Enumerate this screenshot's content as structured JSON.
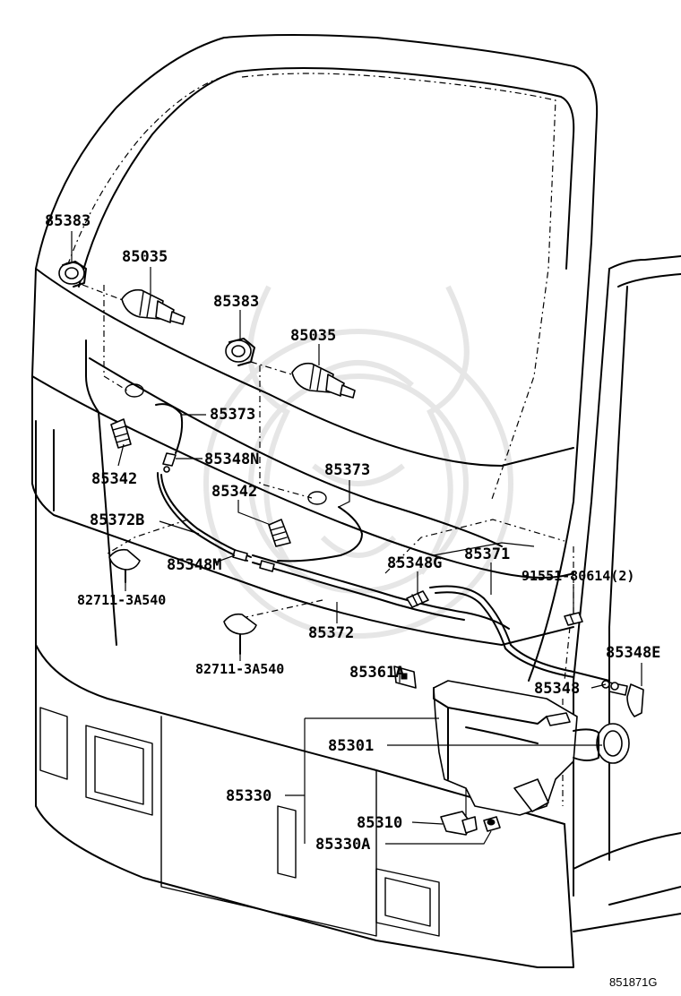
{
  "labels": {
    "l85383a": "85383",
    "l85035a": "85035",
    "l85383b": "85383",
    "l85035b": "85035",
    "l85373a": "85373",
    "l85348n": "85348N",
    "l85342a": "85342",
    "l85373b": "85373",
    "l85342b": "85342",
    "l85372b": "85372B",
    "l85371": "85371",
    "l85348m": "85348M",
    "l85348g": "85348G",
    "l91551": "91551-80614(2)",
    "l82711a": "82711-3A540",
    "l85372": "85372",
    "l85348e": "85348E",
    "l82711b": "82711-3A540",
    "l85361a": "85361A",
    "l85348": "85348",
    "l85301": "85301",
    "l85330": "85330",
    "l85310": "85310",
    "l85330a": "85330A"
  },
  "diagram_code": "851871G"
}
